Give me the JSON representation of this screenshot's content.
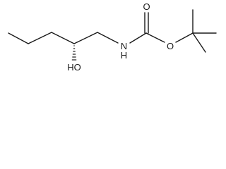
{
  "molecule": {
    "atoms": {
      "nitrogen": "N",
      "nitrogen_h": "H",
      "carbonyl_oxygen": "O",
      "ester_oxygen": "O",
      "hydroxyl": "HO"
    },
    "stereo_bond": "hashed-wedge",
    "line_color": "#1a1a1a"
  }
}
